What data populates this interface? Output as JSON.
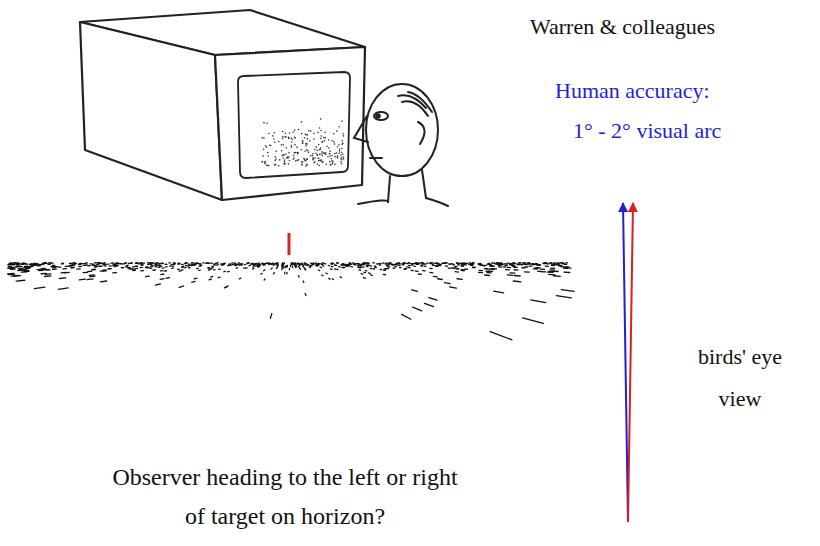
{
  "diagram": {
    "caption": "Observer heading to the left or right of target on horizon?",
    "labels": [
      "Warren & colleagues",
      "Human accuracy:",
      "1° - 2° visual arc",
      "birds' eye view"
    ]
  }
}
